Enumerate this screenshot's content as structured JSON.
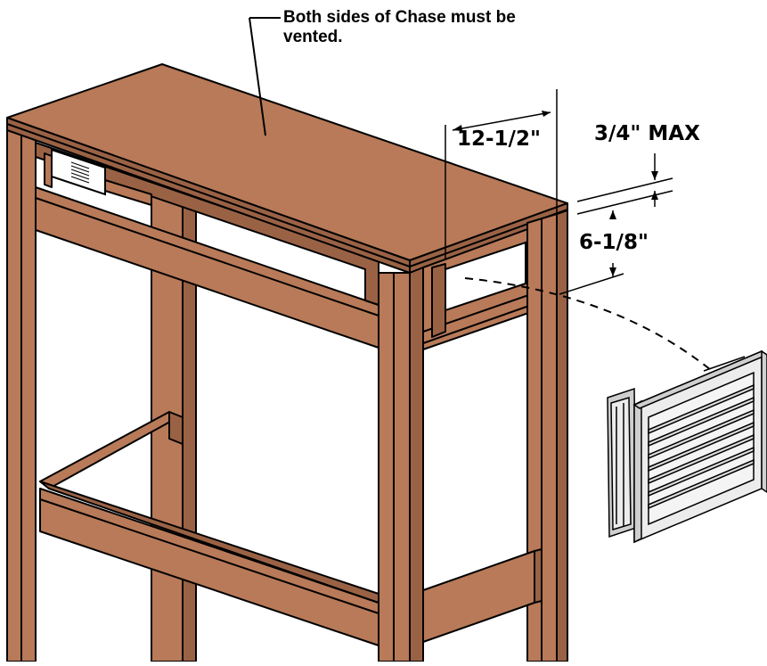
{
  "diagram": {
    "note": "Both sides of Chase must be vented.",
    "dimensions": {
      "opening_width": "12-1/2\"",
      "flange_max": "3/4\" MAX",
      "opening_height": "6-1/8\""
    },
    "colors": {
      "wood": "#b87a58",
      "wood_dark": "#8f5a3e",
      "outline": "#000000",
      "vent_metal": "#e6e6e6"
    },
    "parts": [
      "chase-frame",
      "top-panel",
      "vent-opening",
      "vent-grille"
    ]
  }
}
